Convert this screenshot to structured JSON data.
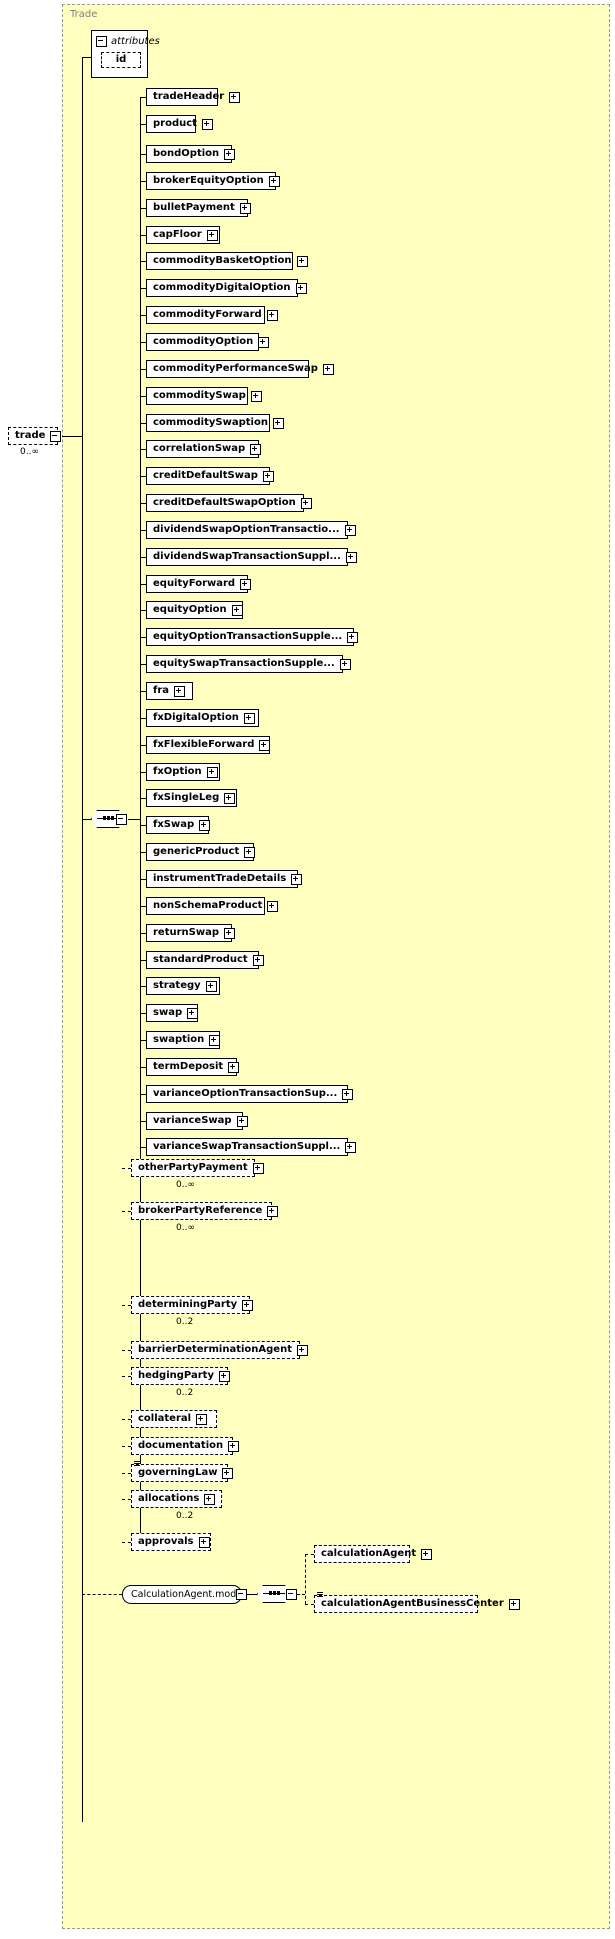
{
  "diagram": {
    "type": "xsd-schema-diagram",
    "group_title": "Trade",
    "background_color": "#ffffc0",
    "border_color": "#9a9a9a"
  },
  "root": {
    "label": "trade",
    "cardinality": "0..∞",
    "expander": "minus",
    "style": "dashed"
  },
  "attributes": {
    "label": "attributes",
    "expander": "minus",
    "items": [
      {
        "label": "id",
        "style": "dashed"
      }
    ]
  },
  "compositor": {
    "label": "sequence-compositor",
    "symbol": "—•••—"
  },
  "sequence_children": [
    {
      "label": "tradeHeader",
      "expander": "plus",
      "style": "solid"
    },
    {
      "label": "product",
      "expander": "plus",
      "style": "solid"
    }
  ],
  "product_substitutions": [
    {
      "label": "bondOption",
      "expander": "plus"
    },
    {
      "label": "brokerEquityOption",
      "expander": "plus"
    },
    {
      "label": "bulletPayment",
      "expander": "plus"
    },
    {
      "label": "capFloor",
      "expander": "plus"
    },
    {
      "label": "commodityBasketOption",
      "expander": "plus"
    },
    {
      "label": "commodityDigitalOption",
      "expander": "plus"
    },
    {
      "label": "commodityForward",
      "expander": "plus"
    },
    {
      "label": "commodityOption",
      "expander": "plus"
    },
    {
      "label": "commodityPerformanceSwap",
      "expander": "plus"
    },
    {
      "label": "commoditySwap",
      "expander": "plus"
    },
    {
      "label": "commoditySwaption",
      "expander": "plus"
    },
    {
      "label": "correlationSwap",
      "expander": "plus"
    },
    {
      "label": "creditDefaultSwap",
      "expander": "plus"
    },
    {
      "label": "creditDefaultSwapOption",
      "expander": "plus"
    },
    {
      "label": "dividendSwapOptionTransactio...",
      "expander": "plus"
    },
    {
      "label": "dividendSwapTransactionSuppl...",
      "expander": "plus"
    },
    {
      "label": "equityForward",
      "expander": "plus"
    },
    {
      "label": "equityOption",
      "expander": "plus"
    },
    {
      "label": "equityOptionTransactionSupple...",
      "expander": "plus"
    },
    {
      "label": "equitySwapTransactionSupple...",
      "expander": "plus"
    },
    {
      "label": "fra",
      "expander": "plus"
    },
    {
      "label": "fxDigitalOption",
      "expander": "plus"
    },
    {
      "label": "fxFlexibleForward",
      "expander": "plus"
    },
    {
      "label": "fxOption",
      "expander": "plus"
    },
    {
      "label": "fxSingleLeg",
      "expander": "plus"
    },
    {
      "label": "fxSwap",
      "expander": "plus"
    },
    {
      "label": "genericProduct",
      "expander": "plus"
    },
    {
      "label": "instrumentTradeDetails",
      "expander": "plus"
    },
    {
      "label": "nonSchemaProduct",
      "expander": "plus"
    },
    {
      "label": "returnSwap",
      "expander": "plus"
    },
    {
      "label": "standardProduct",
      "expander": "plus"
    },
    {
      "label": "strategy",
      "expander": "plus"
    },
    {
      "label": "swap",
      "expander": "plus"
    },
    {
      "label": "swaption",
      "expander": "plus"
    },
    {
      "label": "termDeposit",
      "expander": "plus"
    },
    {
      "label": "varianceOptionTransactionSup...",
      "expander": "plus"
    },
    {
      "label": "varianceSwap",
      "expander": "plus"
    },
    {
      "label": "varianceSwapTransactionSuppl...",
      "expander": "plus"
    }
  ],
  "optional_children": [
    {
      "label": "otherPartyPayment",
      "expander": "plus",
      "cardinality": "0..∞",
      "glyph": ""
    },
    {
      "label": "brokerPartyReference",
      "expander": "plus",
      "cardinality": "0..∞",
      "glyph": ""
    },
    {
      "label": "determiningParty",
      "expander": "plus",
      "cardinality": "0..2",
      "glyph": ""
    },
    {
      "label": "barrierDeterminationAgent",
      "expander": "plus",
      "cardinality": "",
      "glyph": ""
    },
    {
      "label": "hedgingParty",
      "expander": "plus",
      "cardinality": "0..2",
      "glyph": ""
    },
    {
      "label": "collateral",
      "expander": "plus",
      "cardinality": "",
      "glyph": ""
    },
    {
      "label": "documentation",
      "expander": "plus",
      "cardinality": "",
      "glyph": ""
    },
    {
      "label": "governingLaw",
      "expander": "plus",
      "cardinality": "",
      "glyph": "lines"
    },
    {
      "label": "allocations",
      "expander": "plus",
      "cardinality": "0..2",
      "glyph": ""
    },
    {
      "label": "approvals",
      "expander": "plus",
      "cardinality": "",
      "glyph": ""
    }
  ],
  "calculation_agent_model": {
    "label": "CalculationAgent.model",
    "expander": "minus",
    "children": [
      {
        "label": "calculationAgent",
        "expander": "plus",
        "glyph": ""
      },
      {
        "label": "calculationAgentBusinessCenter",
        "expander": "plus",
        "glyph": "lines"
      }
    ]
  }
}
